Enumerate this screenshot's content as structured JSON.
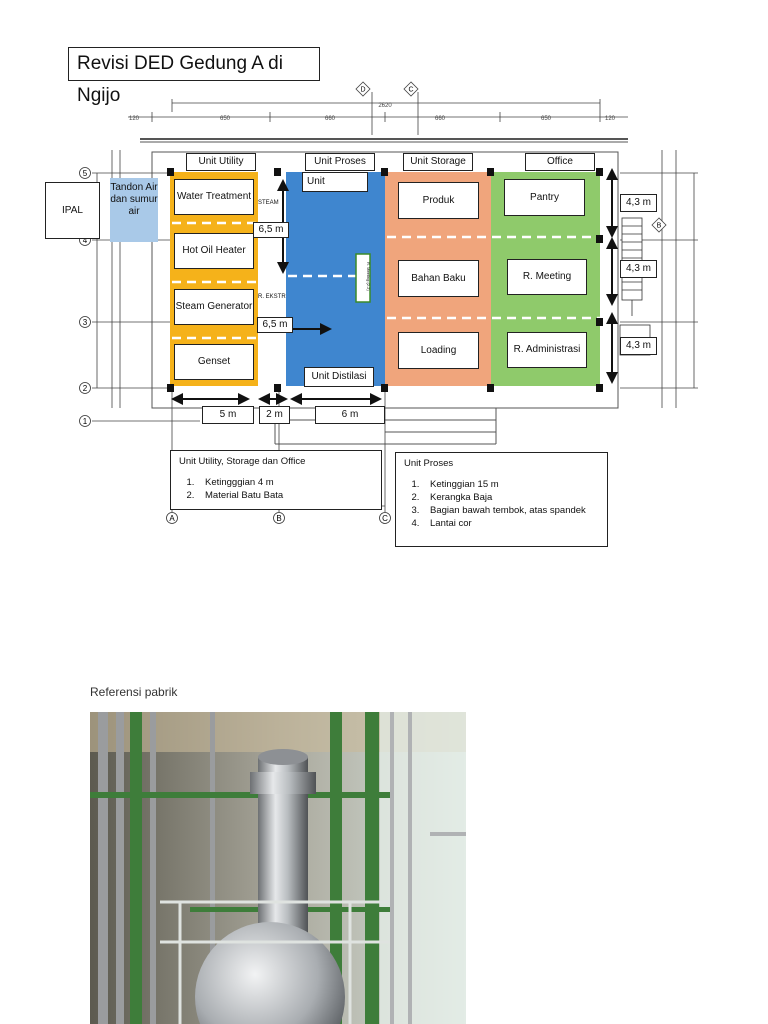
{
  "title": "Revisi DED Gedung A di Ngijo",
  "zones": {
    "utility": "Unit Utility",
    "proses": "Unit Proses",
    "storage": "Unit Storage",
    "office": "Office"
  },
  "rooms": {
    "ipal": "IPAL",
    "tandon": "Tandon Air dan sumur air",
    "water_treatment": "Water Treatment",
    "hot_oil_heater": "Hot Oil Heater",
    "steam_generator": "Steam Generator",
    "genset": "Genset",
    "unit": "Unit",
    "unit_distilasi": "Unit Distilasi",
    "r_meeting_small": "R. Meeting (2.2)",
    "produk": "Produk",
    "bahan_baku": "Bahan Baku",
    "loading": "Loading",
    "pantry": "Pantry",
    "r_meeting": "R. Meeting",
    "r_administrasi": "R. Administrasi",
    "steam_partial": "STEAM",
    "r_ekstr_partial": "R. EKSTR"
  },
  "measurements": {
    "m65_top": "6,5 m",
    "m65_mid": "6,5 m",
    "m5": "5 m",
    "m2": "2 m",
    "m6": "6 m",
    "m43_a": "4,3 m",
    "m43_b": "4,3 m",
    "m43_c": "4,3 m"
  },
  "dimensions": {
    "top_total": "2620",
    "top_segments": [
      "120",
      "650",
      "660",
      "660",
      "650",
      "120"
    ]
  },
  "grid": {
    "rows": [
      "5",
      "4",
      "3",
      "2",
      "1"
    ],
    "cols": [
      "A",
      "B",
      "C"
    ],
    "top_cols": [
      "D",
      "C"
    ],
    "right_marker": "B"
  },
  "notes_left": {
    "heading": "Unit Utility, Storage dan Office",
    "items": [
      "Ketingggian 4 m",
      "Material Batu Bata"
    ]
  },
  "notes_right": {
    "heading": "Unit Proses",
    "items": [
      "Ketinggian 15 m",
      "Kerangka Baja",
      "Bagian bawah tembok, atas spandek",
      "Lantai cor"
    ]
  },
  "reference_label": "Referensi pabrik",
  "colors": {
    "utility": "#f5b21a",
    "proses": "#3f86cf",
    "storage": "#f0a57c",
    "office": "#8fca6b",
    "tandon": "#a9c9e8"
  }
}
